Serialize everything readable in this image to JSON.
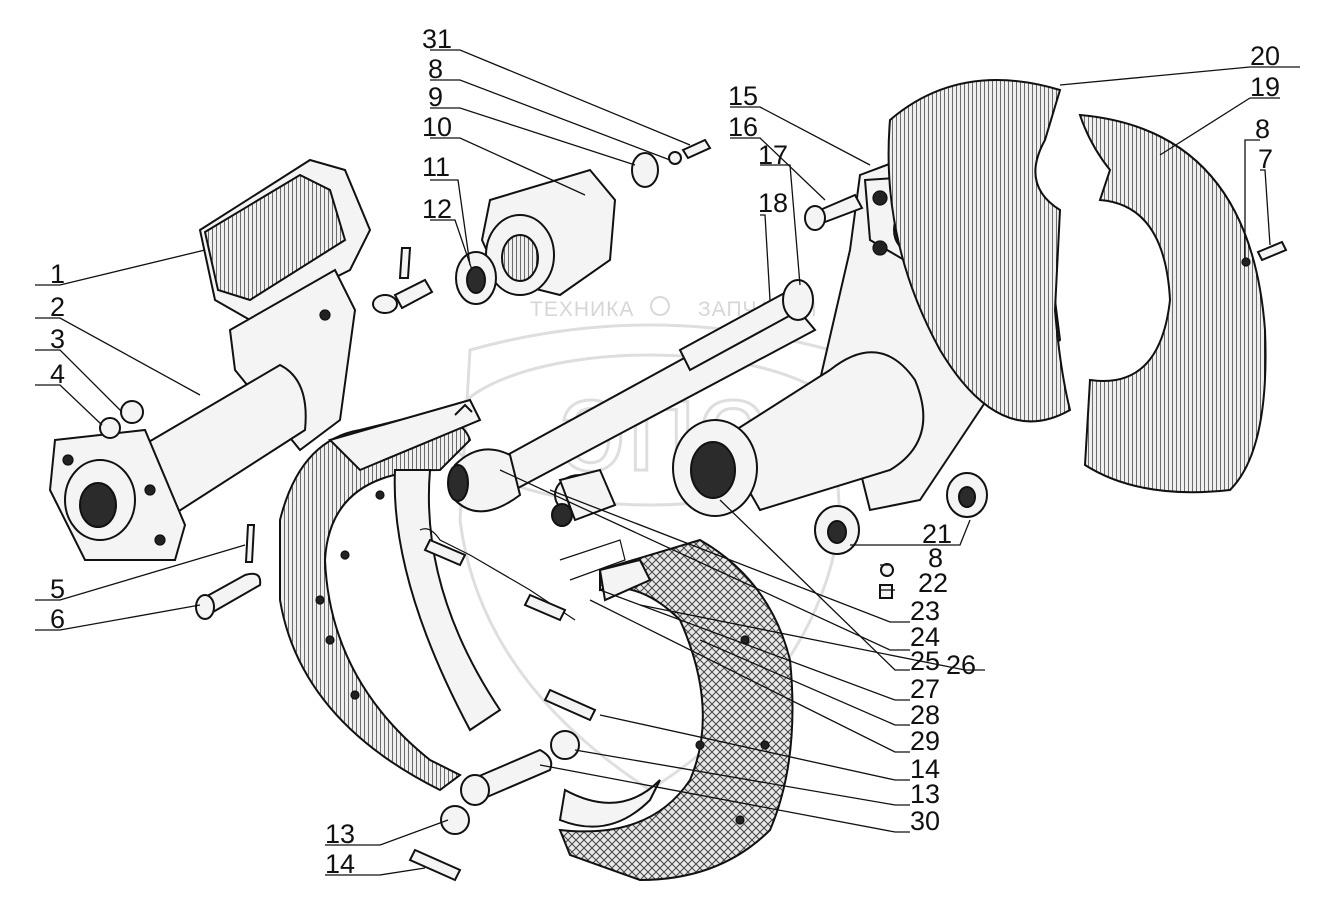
{
  "watermark": {
    "left_text": "ТЕХНИКА",
    "right_text": "ЗАПЧАСТИ",
    "logo_text": "эпо"
  },
  "callouts": [
    {
      "id": "c1",
      "label": "1"
    },
    {
      "id": "c2",
      "label": "2"
    },
    {
      "id": "c3",
      "label": "3"
    },
    {
      "id": "c4",
      "label": "4"
    },
    {
      "id": "c5",
      "label": "5"
    },
    {
      "id": "c6",
      "label": "6"
    },
    {
      "id": "c7",
      "label": "7"
    },
    {
      "id": "c8a",
      "label": "8"
    },
    {
      "id": "c8b",
      "label": "8"
    },
    {
      "id": "c8c",
      "label": "8"
    },
    {
      "id": "c9",
      "label": "9"
    },
    {
      "id": "c10",
      "label": "10"
    },
    {
      "id": "c11",
      "label": "11"
    },
    {
      "id": "c12",
      "label": "12"
    },
    {
      "id": "c13a",
      "label": "13"
    },
    {
      "id": "c13b",
      "label": "13"
    },
    {
      "id": "c14a",
      "label": "14"
    },
    {
      "id": "c14b",
      "label": "14"
    },
    {
      "id": "c15",
      "label": "15"
    },
    {
      "id": "c16",
      "label": "16"
    },
    {
      "id": "c17",
      "label": "17"
    },
    {
      "id": "c18",
      "label": "18"
    },
    {
      "id": "c19",
      "label": "19"
    },
    {
      "id": "c20",
      "label": "20"
    },
    {
      "id": "c21",
      "label": "21"
    },
    {
      "id": "c22",
      "label": "22"
    },
    {
      "id": "c23",
      "label": "23"
    },
    {
      "id": "c24",
      "label": "24"
    },
    {
      "id": "c25",
      "label": "25"
    },
    {
      "id": "c26",
      "label": "26"
    },
    {
      "id": "c27",
      "label": "27"
    },
    {
      "id": "c28",
      "label": "28"
    },
    {
      "id": "c29",
      "label": "29"
    },
    {
      "id": "c30",
      "label": "30"
    },
    {
      "id": "c31",
      "label": "31"
    }
  ]
}
